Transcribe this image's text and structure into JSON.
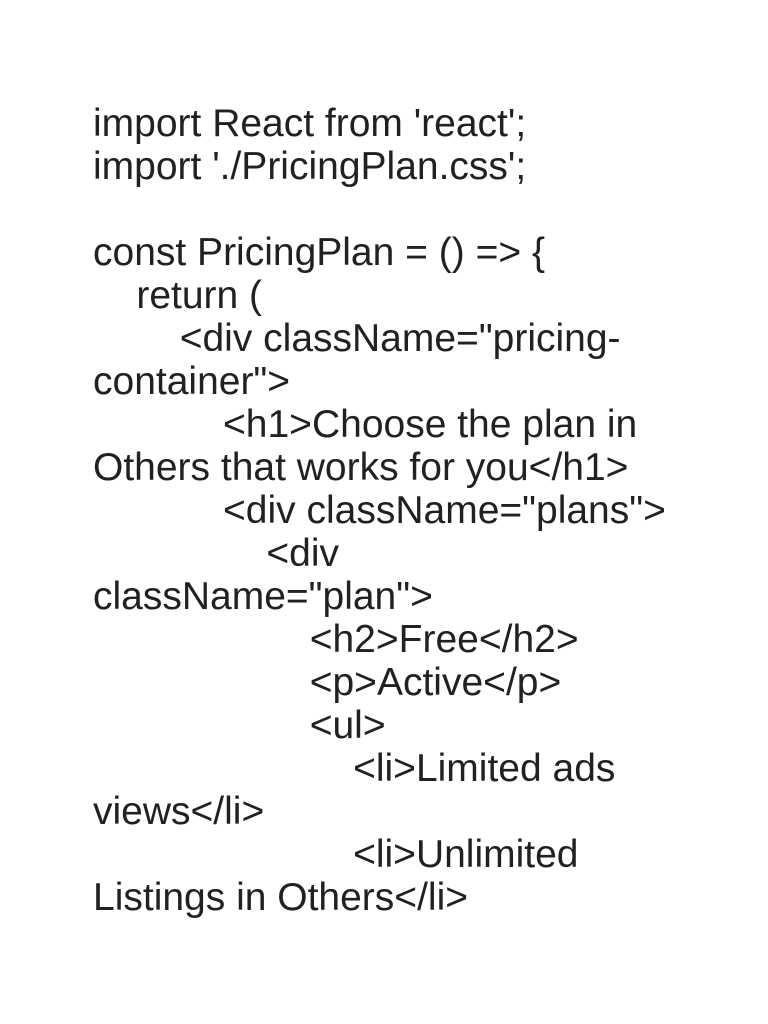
{
  "page": {
    "background_color": "#ffffff",
    "text_color": "#212121"
  },
  "document": {
    "kind": "code-document-page",
    "code": {
      "language": "jsx",
      "lines": [
        "import React from 'react';",
        "import './PricingPlan.css';",
        "",
        "const PricingPlan = () => {",
        "\treturn (",
        "\t\t<div className=\"pricing-",
        "container\">",
        "\t\t\t<h1>Choose the plan in",
        "Others that works for you</h1>",
        "\t\t\t<div className=\"plans\">",
        "\t\t\t\t<div",
        "className=\"plan\">",
        "\t\t\t\t\t<h2>Free</h2>",
        "\t\t\t\t\t<p>Active</p>",
        "\t\t\t\t\t<ul>",
        "\t\t\t\t\t\t<li>Limited ads",
        "views</li>",
        "\t\t\t\t\t\t<li>Unlimited",
        "Listings in Others</li>"
      ]
    }
  }
}
